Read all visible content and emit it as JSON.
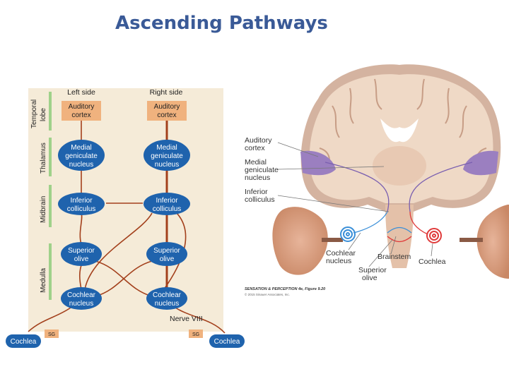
{
  "title": "Ascending Pathways",
  "pathway": {
    "col_left": "Left side",
    "col_right": "Right side",
    "regions": {
      "temporal_1": "Temporal",
      "temporal_2": "lobe",
      "thalamus": "Thalamus",
      "midbrain": "Midbrain",
      "medulla": "Medulla"
    },
    "cortex": [
      "Auditory",
      "cortex"
    ],
    "mgn": [
      "Medial",
      "geniculate",
      "nucleus"
    ],
    "ic": [
      "Inferior",
      "colliculus"
    ],
    "so": [
      "Superior",
      "olive"
    ],
    "cn": [
      "Cochlear",
      "nucleus"
    ],
    "nerve": "Nerve VIII",
    "sg": "SG",
    "cochlea": "Cochlea"
  },
  "brain": {
    "labels": {
      "auditory_cortex": [
        "Auditory",
        "cortex"
      ],
      "mgn": [
        "Medial",
        "geniculate",
        "nucleus"
      ],
      "ic": [
        "Inferior",
        "colliculus"
      ],
      "cochlear_nucleus": [
        "Cochlear",
        "nucleus"
      ],
      "brainstem": "Brainstem",
      "cochlea": "Cochlea",
      "superior_olive": [
        "Superior",
        "olive"
      ]
    },
    "caption": "SENSATION & PERCEPTION 4e, Figure 9.20",
    "copyright": "© 2015 Sinauer Associates, Inc."
  },
  "colors": {
    "node": "#1f63ad",
    "path": "#a3401c",
    "cortex_box": "#f0b27e",
    "panel": "#f5ebd8",
    "title": "#3a5a97",
    "auditory": "#9b7fc0",
    "brain_tissue": "#efd9c6"
  }
}
